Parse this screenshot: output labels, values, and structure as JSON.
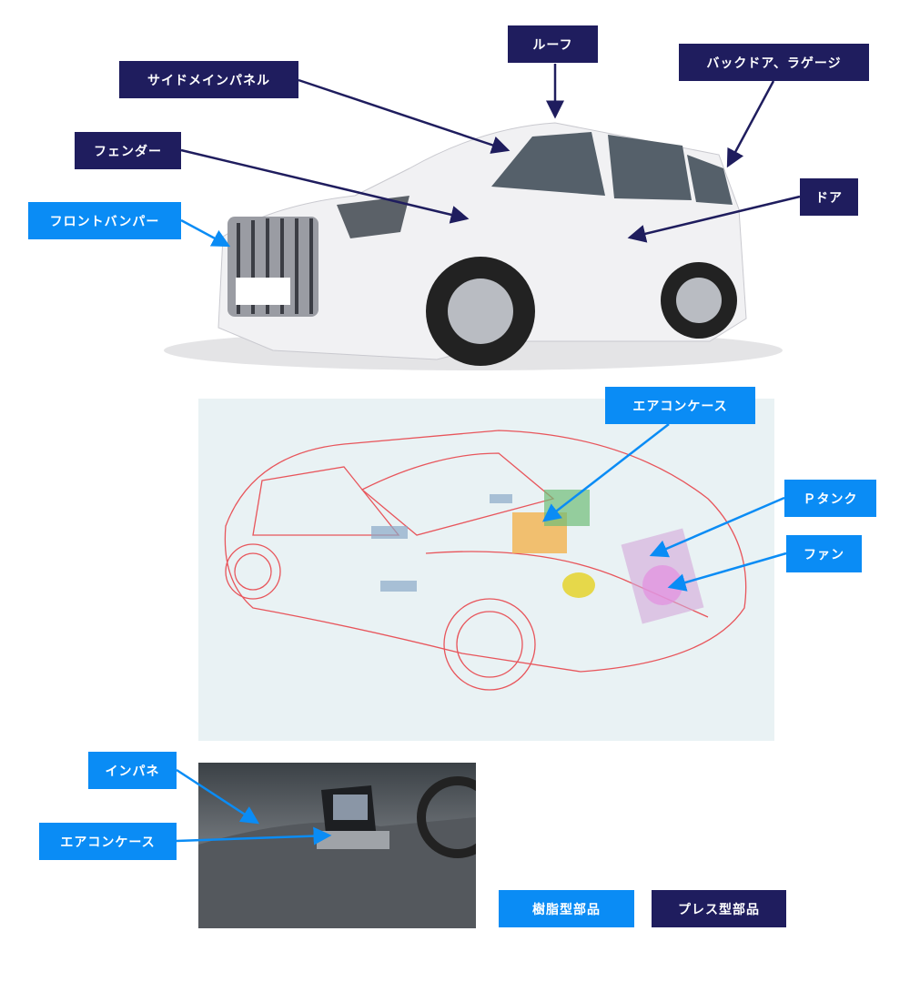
{
  "car_labels": {
    "roof": "ルーフ",
    "side_main_panel": "サイドメインパネル",
    "back_door": "バックドア、ラゲージ",
    "fender": "フェンダー",
    "front_bumper": "フロントバンパー",
    "door": "ドア"
  },
  "hvac_labels": {
    "aircon_case": "エアコンケース",
    "p_tank": "Ｐタンク",
    "fan": "ファン"
  },
  "interior_labels": {
    "instrument_panel": "インパネ",
    "aircon_case": "エアコンケース"
  },
  "legend": {
    "resin": "樹脂型部品",
    "press": "プレス型部品"
  },
  "colors": {
    "resin": "#0a8cf5",
    "press": "#1f1d5e"
  }
}
